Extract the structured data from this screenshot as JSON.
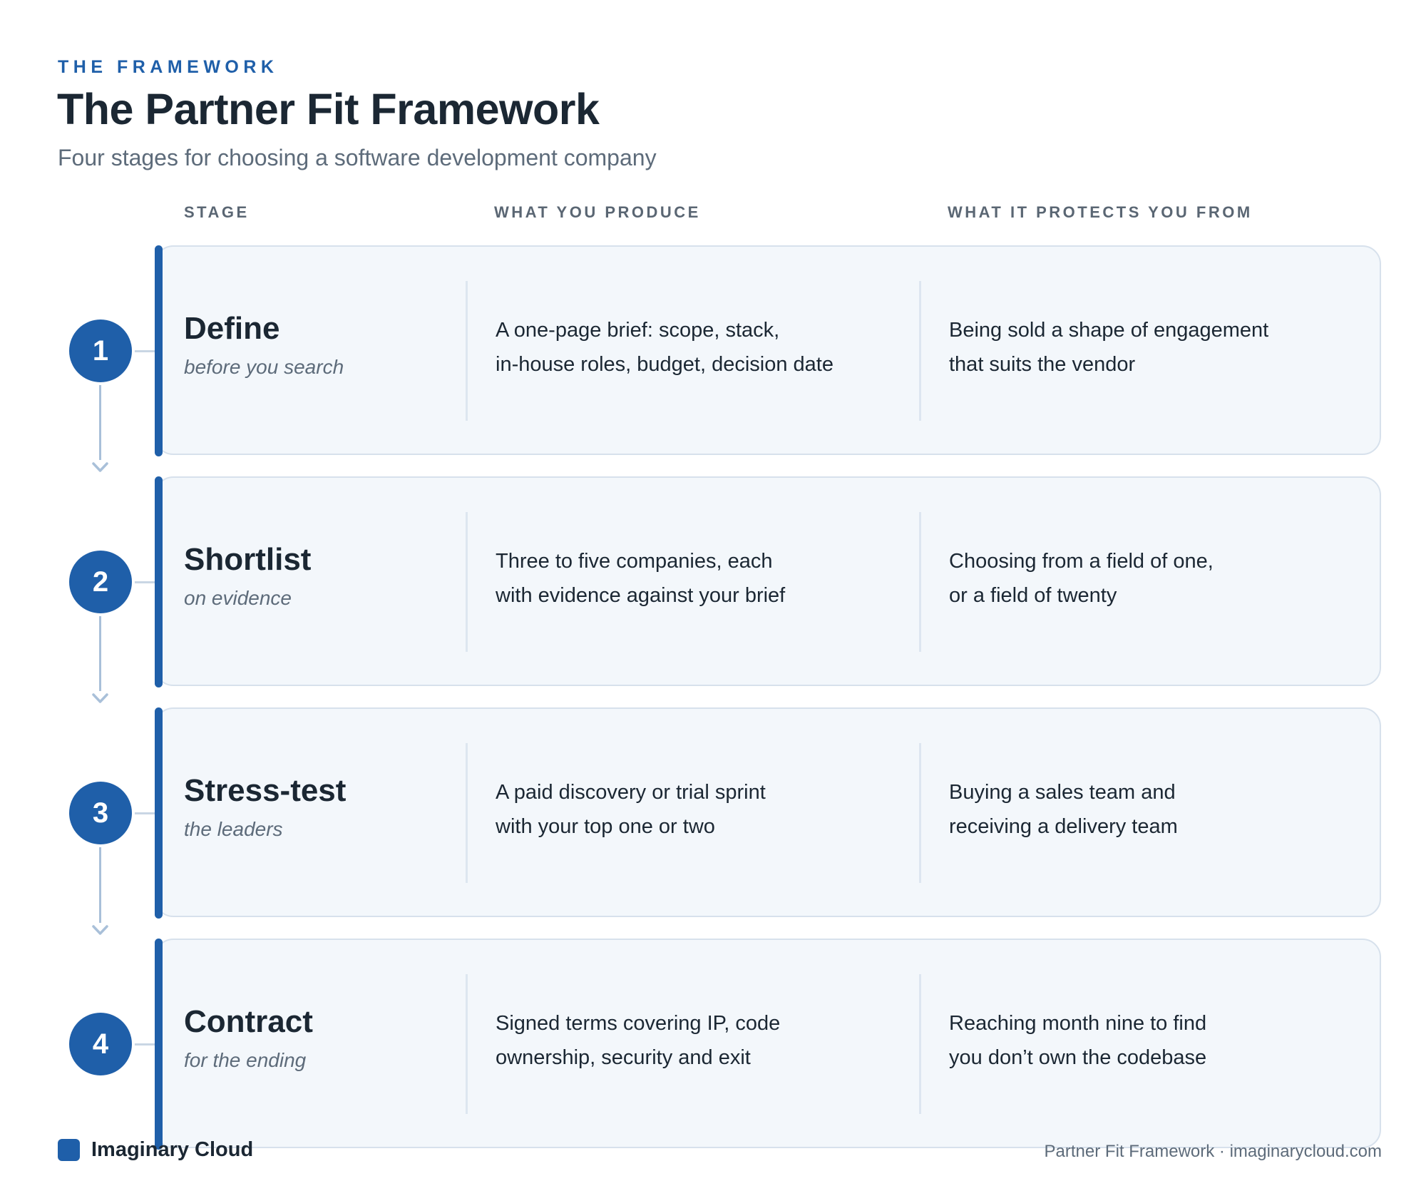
{
  "header": {
    "eyebrow": "THE FRAMEWORK",
    "title": "The Partner Fit Framework",
    "subtitle": "Four stages for choosing a software development company"
  },
  "columns": {
    "stage": "STAGE",
    "produce": "WHAT YOU PRODUCE",
    "protects": "WHAT IT PROTECTS YOU FROM"
  },
  "stages": [
    {
      "number": "1",
      "name": "Define",
      "subtitle": "before you search",
      "produce": [
        "A one-page brief: scope, stack,",
        "in-house roles, budget, decision date"
      ],
      "protects": [
        "Being sold a shape of engagement",
        "that suits the vendor"
      ]
    },
    {
      "number": "2",
      "name": "Shortlist",
      "subtitle": "on evidence",
      "produce": [
        "Three to five companies, each",
        "with evidence against your brief"
      ],
      "protects": [
        "Choosing from a field of one,",
        "or a field of twenty"
      ]
    },
    {
      "number": "3",
      "name": "Stress-test",
      "subtitle": "the leaders",
      "produce": [
        "A paid discovery or trial sprint",
        "with your top one or two"
      ],
      "protects": [
        "Buying a sales team and",
        "receiving a delivery team"
      ]
    },
    {
      "number": "4",
      "name": "Contract",
      "subtitle": "for the ending",
      "produce": [
        "Signed terms covering IP, code",
        "ownership, security and exit"
      ],
      "protects": [
        "Reaching month nine to find",
        "you don’t own the codebase"
      ]
    }
  ],
  "footer": {
    "brand": "Imaginary Cloud",
    "right": "Partner Fit Framework · imaginarycloud.com"
  },
  "colors": {
    "accent": "#1f5fa9",
    "card_bg": "#f3f7fb",
    "card_border": "#d7e1ec",
    "spine": "#a9c0d9",
    "text": "#1b2733",
    "muted": "#5d6b7a"
  }
}
